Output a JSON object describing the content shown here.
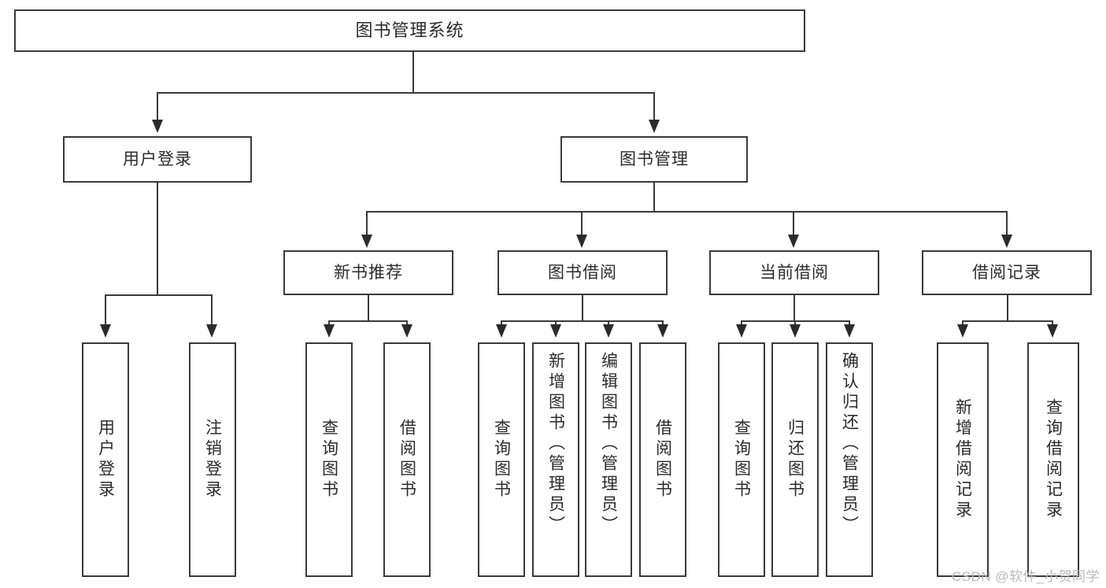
{
  "diagram": {
    "title": "图书管理系统",
    "root": {
      "label": "图书管理系统"
    },
    "level2": [
      {
        "label": "用户登录"
      },
      {
        "label": "图书管理"
      }
    ],
    "level3": [
      {
        "label": "新书推荐"
      },
      {
        "label": "图书借阅"
      },
      {
        "label": "当前借阅"
      },
      {
        "label": "借阅记录"
      }
    ],
    "leaves": {
      "user_login": [
        {
          "label": "用户登录"
        },
        {
          "label": "注销登录"
        }
      ],
      "new_book_recommend": [
        {
          "label": "查询图书"
        },
        {
          "label": "借阅图书"
        }
      ],
      "book_borrow": [
        {
          "label": "查询图书"
        },
        {
          "label": "新增图书（管理员）"
        },
        {
          "label": "编辑图书（管理员）"
        },
        {
          "label": "借阅图书"
        }
      ],
      "current_borrow": [
        {
          "label": "查询图书"
        },
        {
          "label": "归还图书"
        },
        {
          "label": "确认归还（管理员）"
        }
      ],
      "borrow_record": [
        {
          "label": "新增借阅记录"
        },
        {
          "label": "查询借阅记录"
        }
      ]
    }
  },
  "watermark": {
    "text": "CSDN @软件_小贺同学"
  },
  "colors": {
    "border": "#3a3a3a",
    "text": "#2b2b2b",
    "background": "#ffffff",
    "watermark": "#b9b9b9"
  }
}
